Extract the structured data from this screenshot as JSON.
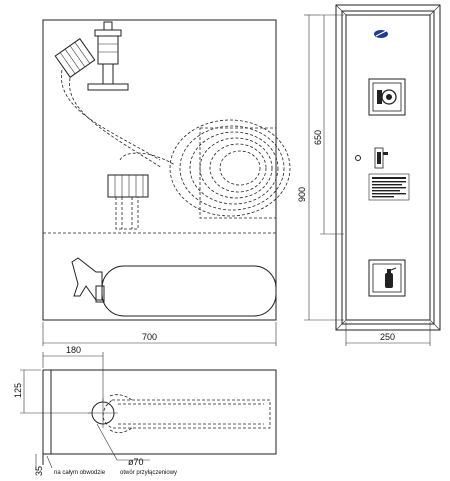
{
  "dimensions": {
    "front_width": "700",
    "side_height_650": "650",
    "side_height_900": "900",
    "side_width": "250",
    "top_offset": "180",
    "top_depth": "125",
    "bottom_margin": "35",
    "hole_diameter": "ø70"
  },
  "labels": {
    "wall_note": "na całym obwodzie",
    "hole_note": "otwór przyłączeniowy"
  },
  "icons": {
    "logo": "brand-logo-icon",
    "hose_reel": "hose-reel-icon",
    "extinguisher": "fire-extinguisher-icon",
    "lock": "lock-icon"
  }
}
